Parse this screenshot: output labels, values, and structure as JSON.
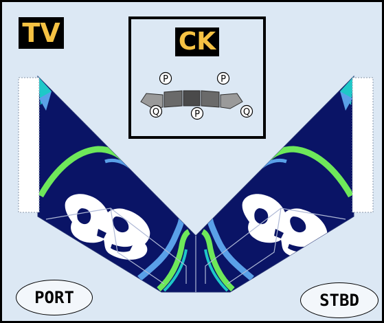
{
  "title_label": "TV",
  "cockpit": {
    "label": "CK",
    "markers": [
      {
        "letter": "P",
        "kind": "p"
      },
      {
        "letter": "P",
        "kind": "p"
      },
      {
        "letter": "P",
        "kind": "p"
      },
      {
        "letter": "Q",
        "kind": "q"
      },
      {
        "letter": "Q",
        "kind": "q"
      }
    ]
  },
  "sides": {
    "port": "PORT",
    "starboard": "STBD"
  },
  "colors": {
    "background": "#dce8f4",
    "label_bg": "#000000",
    "label_text": "#f6c243",
    "stabilizer_fill": "#0a1466",
    "stripe_green": "#6ee85a",
    "stripe_cyan": "#1ec8c8",
    "stripe_blue": "#5aa0e8"
  }
}
